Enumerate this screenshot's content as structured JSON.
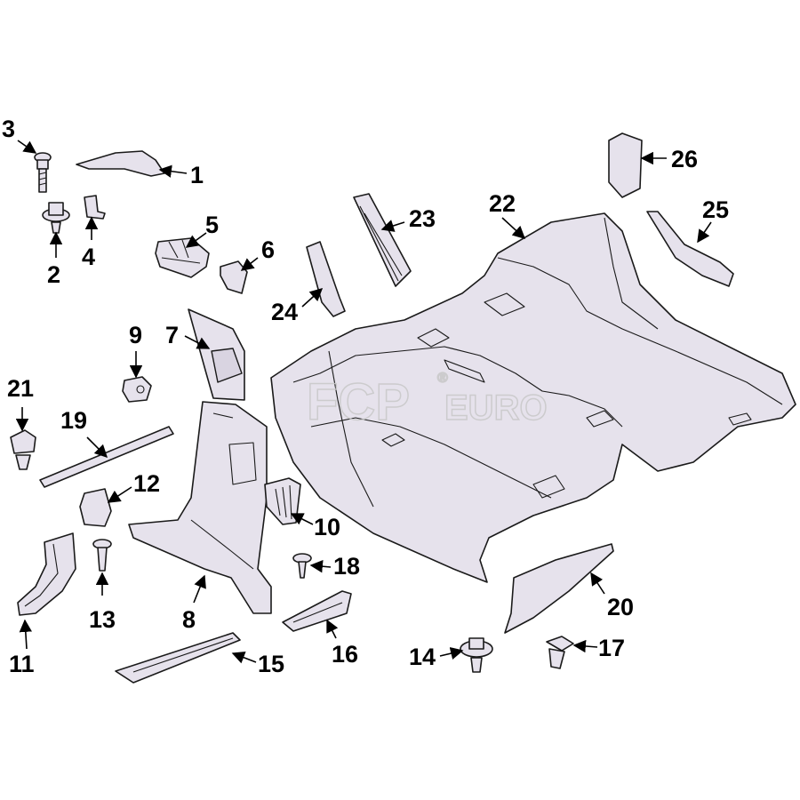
{
  "watermark": {
    "brand_main": "FCP",
    "brand_sub": "EURO",
    "registered": "®"
  },
  "callouts": [
    {
      "id": "1",
      "label": "1"
    },
    {
      "id": "2",
      "label": "2"
    },
    {
      "id": "3",
      "label": "3"
    },
    {
      "id": "4",
      "label": "4"
    },
    {
      "id": "5",
      "label": "5"
    },
    {
      "id": "6",
      "label": "6"
    },
    {
      "id": "7",
      "label": "7"
    },
    {
      "id": "8",
      "label": "8"
    },
    {
      "id": "9",
      "label": "9"
    },
    {
      "id": "10",
      "label": "10"
    },
    {
      "id": "11",
      "label": "11"
    },
    {
      "id": "12",
      "label": "12"
    },
    {
      "id": "13",
      "label": "13"
    },
    {
      "id": "14",
      "label": "14"
    },
    {
      "id": "15",
      "label": "15"
    },
    {
      "id": "16",
      "label": "16"
    },
    {
      "id": "17",
      "label": "17"
    },
    {
      "id": "18",
      "label": "18"
    },
    {
      "id": "19",
      "label": "19"
    },
    {
      "id": "20",
      "label": "20"
    },
    {
      "id": "21",
      "label": "21"
    },
    {
      "id": "22",
      "label": "22"
    },
    {
      "id": "23",
      "label": "23"
    },
    {
      "id": "24",
      "label": "24"
    },
    {
      "id": "25",
      "label": "25"
    },
    {
      "id": "26",
      "label": "26"
    }
  ],
  "colors": {
    "part_fill": "#e6e2ec",
    "outline": "#1a1a1a",
    "watermark": "#c8c8c8"
  }
}
